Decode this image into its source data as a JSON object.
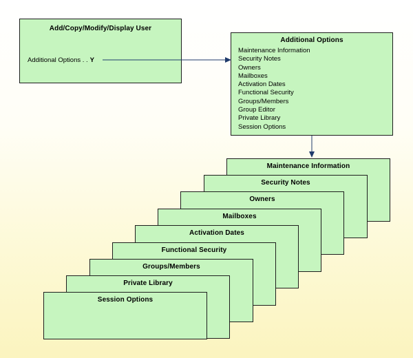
{
  "main_box": {
    "title": "Add/Copy/Modify/Display User",
    "field_label": "Additional Options . .",
    "field_value": "Y"
  },
  "options_box": {
    "title": "Additional Options",
    "items": [
      "Maintenance Information",
      "Security Notes",
      "Owners",
      "Mailboxes",
      "Activation Dates",
      "Functional Security",
      "Groups/Members",
      "Group Editor",
      "Private Library",
      "Session Options"
    ]
  },
  "stacked_screens": [
    "Maintenance Information",
    "Security Notes",
    "Owners",
    "Mailboxes",
    "Activation Dates",
    "Functional Security",
    "Groups/Members",
    "Private Library",
    "Session Options"
  ],
  "colors": {
    "box_fill": "#c6f5bf",
    "arrow": "#1f3a6b",
    "border": "#1d1d1d"
  }
}
